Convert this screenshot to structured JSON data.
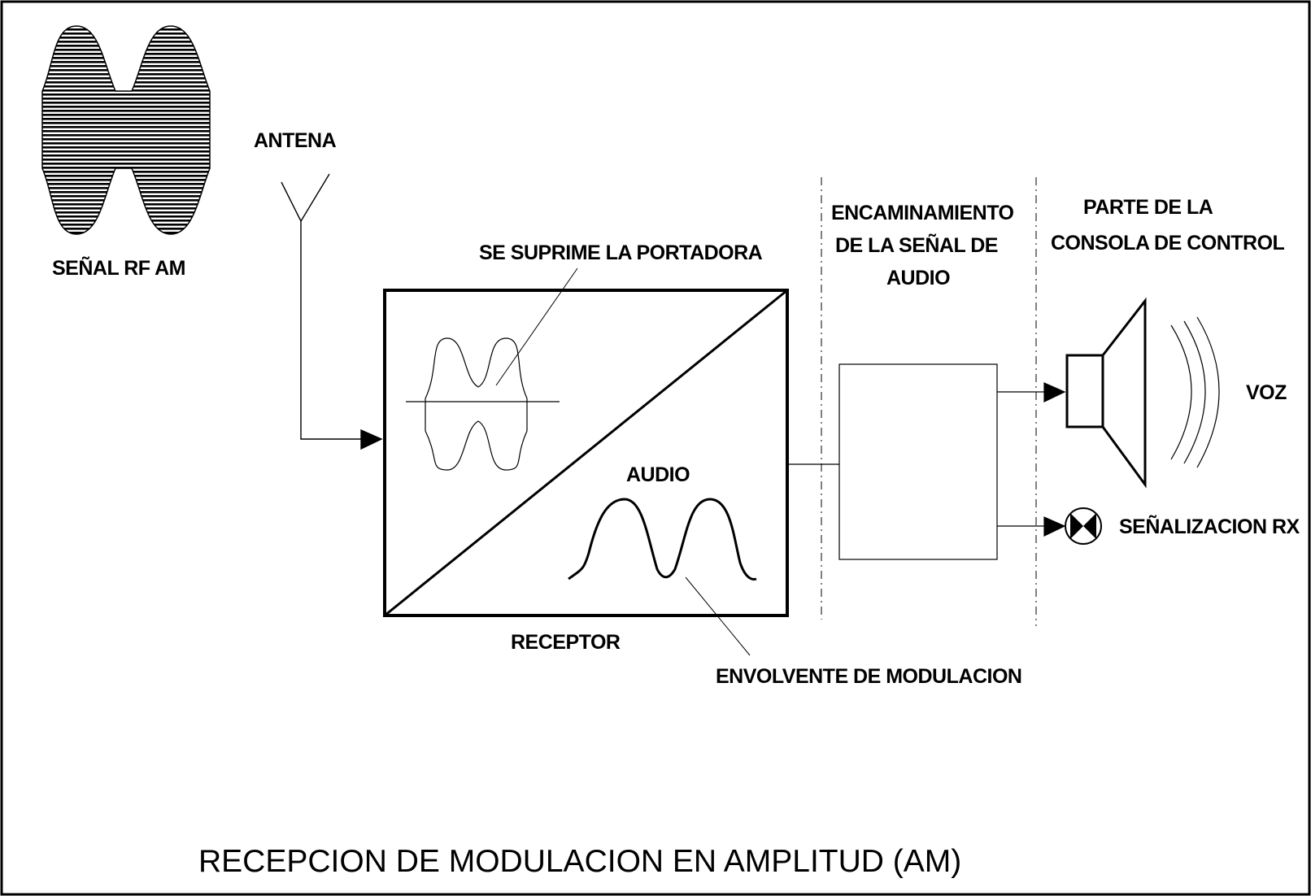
{
  "diagram": {
    "title": "RECEPCION DE MODULACION EN AMPLITUD (AM)",
    "labels": {
      "rf_signal": "SEÑAL RF AM",
      "antenna": "ANTENA",
      "carrier_suppressed": "SE SUPRIME LA PORTADORA",
      "routing_line1": "ENCAMINAMIENTO",
      "routing_line2": "DE LA SEÑAL DE",
      "routing_line3": "AUDIO",
      "console_line1": "PARTE DE LA",
      "console_line2": "CONSOLA DE CONTROL",
      "audio": "AUDIO",
      "receiver": "RECEPTOR",
      "envelope": "ENVOLVENTE DE MODULACION",
      "voice": "VOZ",
      "rx_signaling": "SEÑALIZACION RX"
    },
    "colors": {
      "ink": "#000000",
      "paper": "#ffffff"
    }
  }
}
